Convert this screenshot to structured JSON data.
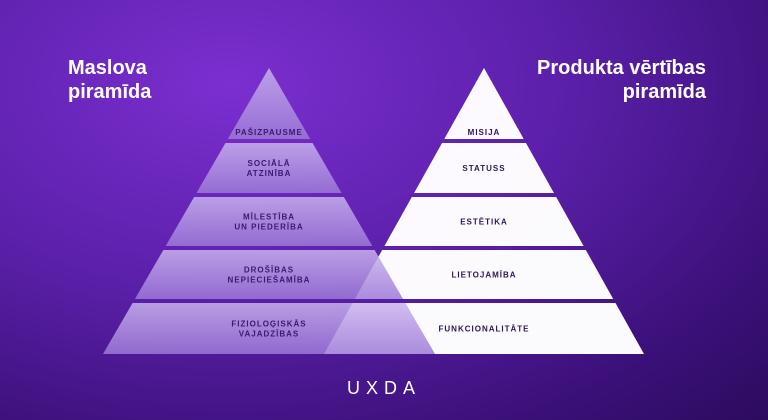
{
  "left_pyramid": {
    "title_line1": "Maslova",
    "title_line2": "piramīda",
    "levels": [
      [
        "PAŠIZPAUSME"
      ],
      [
        "SOCIĀLĀ",
        "ATZINĪBA"
      ],
      [
        "MĪLESTĪBA",
        "UN PIEDERĪBA"
      ],
      [
        "DROŠĪBAS",
        "NEPIECIEŠAMĪBA"
      ],
      [
        "FIZIOLOĢISKĀS",
        "VAJADZĪBAS"
      ]
    ],
    "text_color": "#3b1a6e"
  },
  "right_pyramid": {
    "title_line1": "Produkta vērtības",
    "title_line2": "piramīda",
    "levels": [
      [
        "MISIJA"
      ],
      [
        "STATUSS"
      ],
      [
        "ESTĒTIKA"
      ],
      [
        "LIETOJAMĪBA"
      ],
      [
        "FUNKCIONALITĀTE"
      ]
    ],
    "text_color": "#2d1657"
  },
  "logo": "UXDA"
}
